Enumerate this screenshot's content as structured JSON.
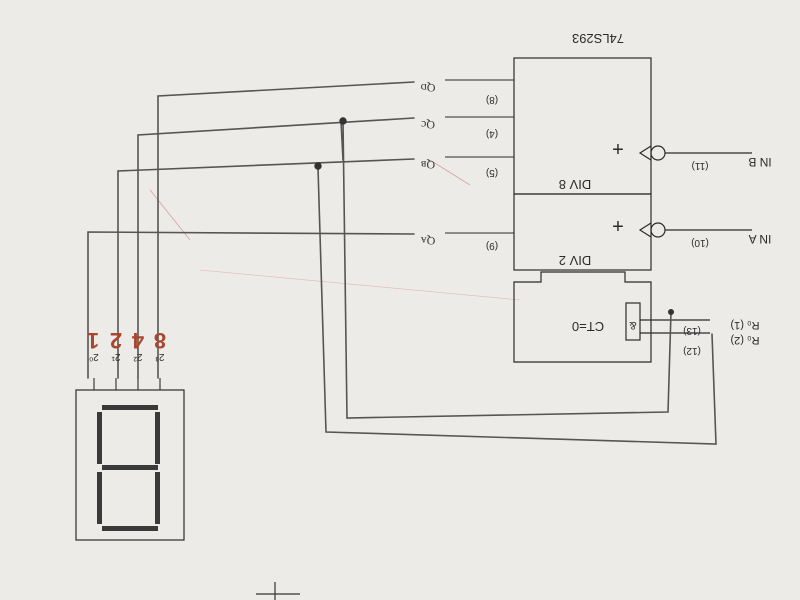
{
  "chip": {
    "part_number": "74LS293",
    "div8_label": "DIV 8",
    "div2_label": "DIV 2",
    "ct_label": "CT=0",
    "amp_symbol": "&",
    "plus_symbol": "+"
  },
  "inputs": {
    "in_b": "IN B",
    "in_a": "IN A",
    "r0_1": "R₀ (1)",
    "r0_2": "R₀ (2)"
  },
  "pins": {
    "p8": "(8)",
    "p4": "(4)",
    "p5": "(5)",
    "p9": "(9)",
    "p11": "(11)",
    "p10": "(10)",
    "p12": "(12)",
    "p13": "(13)"
  },
  "outputs": {
    "qd": "Qᴅ",
    "qc": "Qc",
    "qb": "Qʙ",
    "qa": "Qᴀ"
  },
  "display": {
    "weights": [
      "8",
      "4",
      "2",
      "1"
    ],
    "powers": [
      "2³",
      "2²",
      "2¹",
      "2⁰"
    ]
  },
  "colors": {
    "ink": "#2b2b2b",
    "pencil": "#555555",
    "handwriting_red": "#a8472e",
    "paper": "#ecebe8"
  }
}
